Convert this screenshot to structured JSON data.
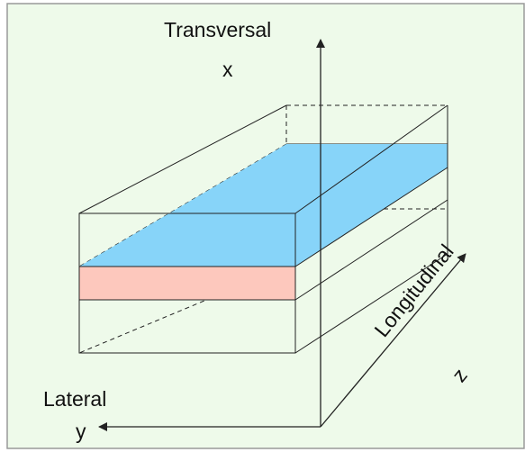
{
  "labels": {
    "transversal": "Transversal",
    "x": "x",
    "lateral": "Lateral",
    "y": "y",
    "longitudinal": "Longitudinal",
    "z": "z"
  },
  "colors": {
    "background": "#eefaea",
    "frame": "#999999",
    "lines": "#222222",
    "top_layer": "#87d4f9",
    "bottom_layer": "#fdc8bd"
  }
}
